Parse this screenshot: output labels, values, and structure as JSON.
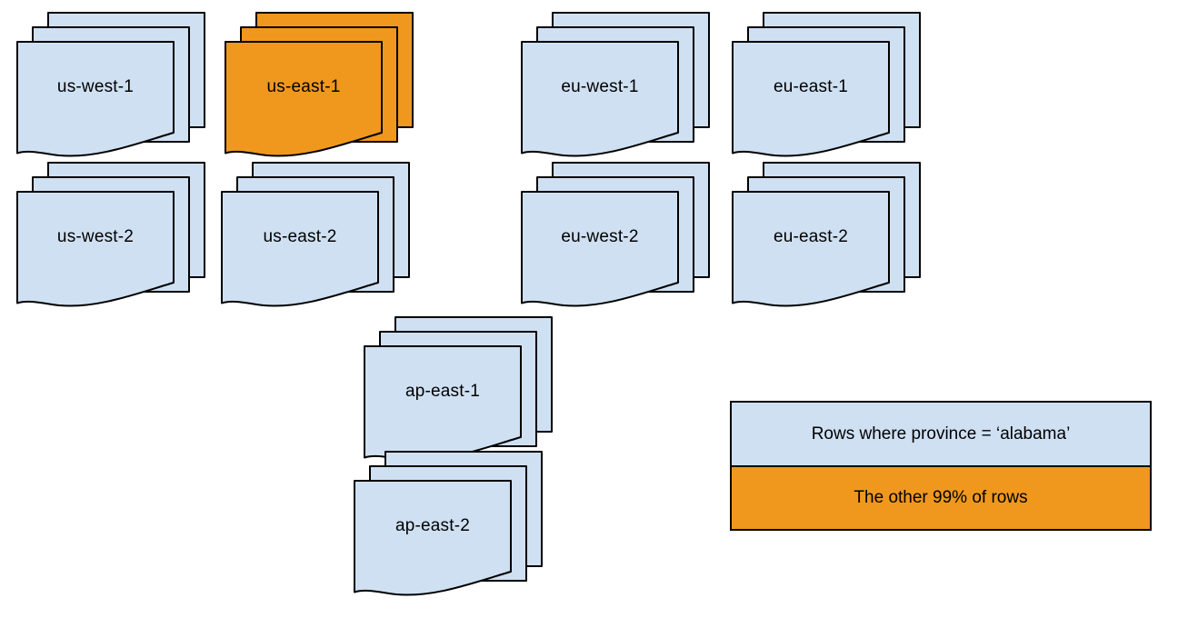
{
  "diagram": {
    "title": "region-document-stacks-diagram",
    "stacks": [
      {
        "label": "us-west-1",
        "variant": "blue"
      },
      {
        "label": "us-east-1",
        "variant": "orange"
      },
      {
        "label": "eu-west-1",
        "variant": "blue"
      },
      {
        "label": "eu-east-1",
        "variant": "blue"
      },
      {
        "label": "us-west-2",
        "variant": "blue"
      },
      {
        "label": "us-east-2",
        "variant": "blue"
      },
      {
        "label": "eu-west-2",
        "variant": "blue"
      },
      {
        "label": "eu-east-2",
        "variant": "blue"
      },
      {
        "label": "ap-east-1",
        "variant": "blue"
      },
      {
        "label": "ap-east-2",
        "variant": "blue"
      }
    ],
    "legend": {
      "items": [
        {
          "label": "Rows where province = ‘alabama’",
          "color": "#cfe0f2"
        },
        {
          "label": "The other 99% of rows",
          "color": "#f0981e"
        }
      ]
    },
    "colors": {
      "light_blue": "#cfe0f2",
      "orange": "#f0981e",
      "outline": "#000000",
      "background": "#ffffff",
      "text": "#000000"
    }
  }
}
